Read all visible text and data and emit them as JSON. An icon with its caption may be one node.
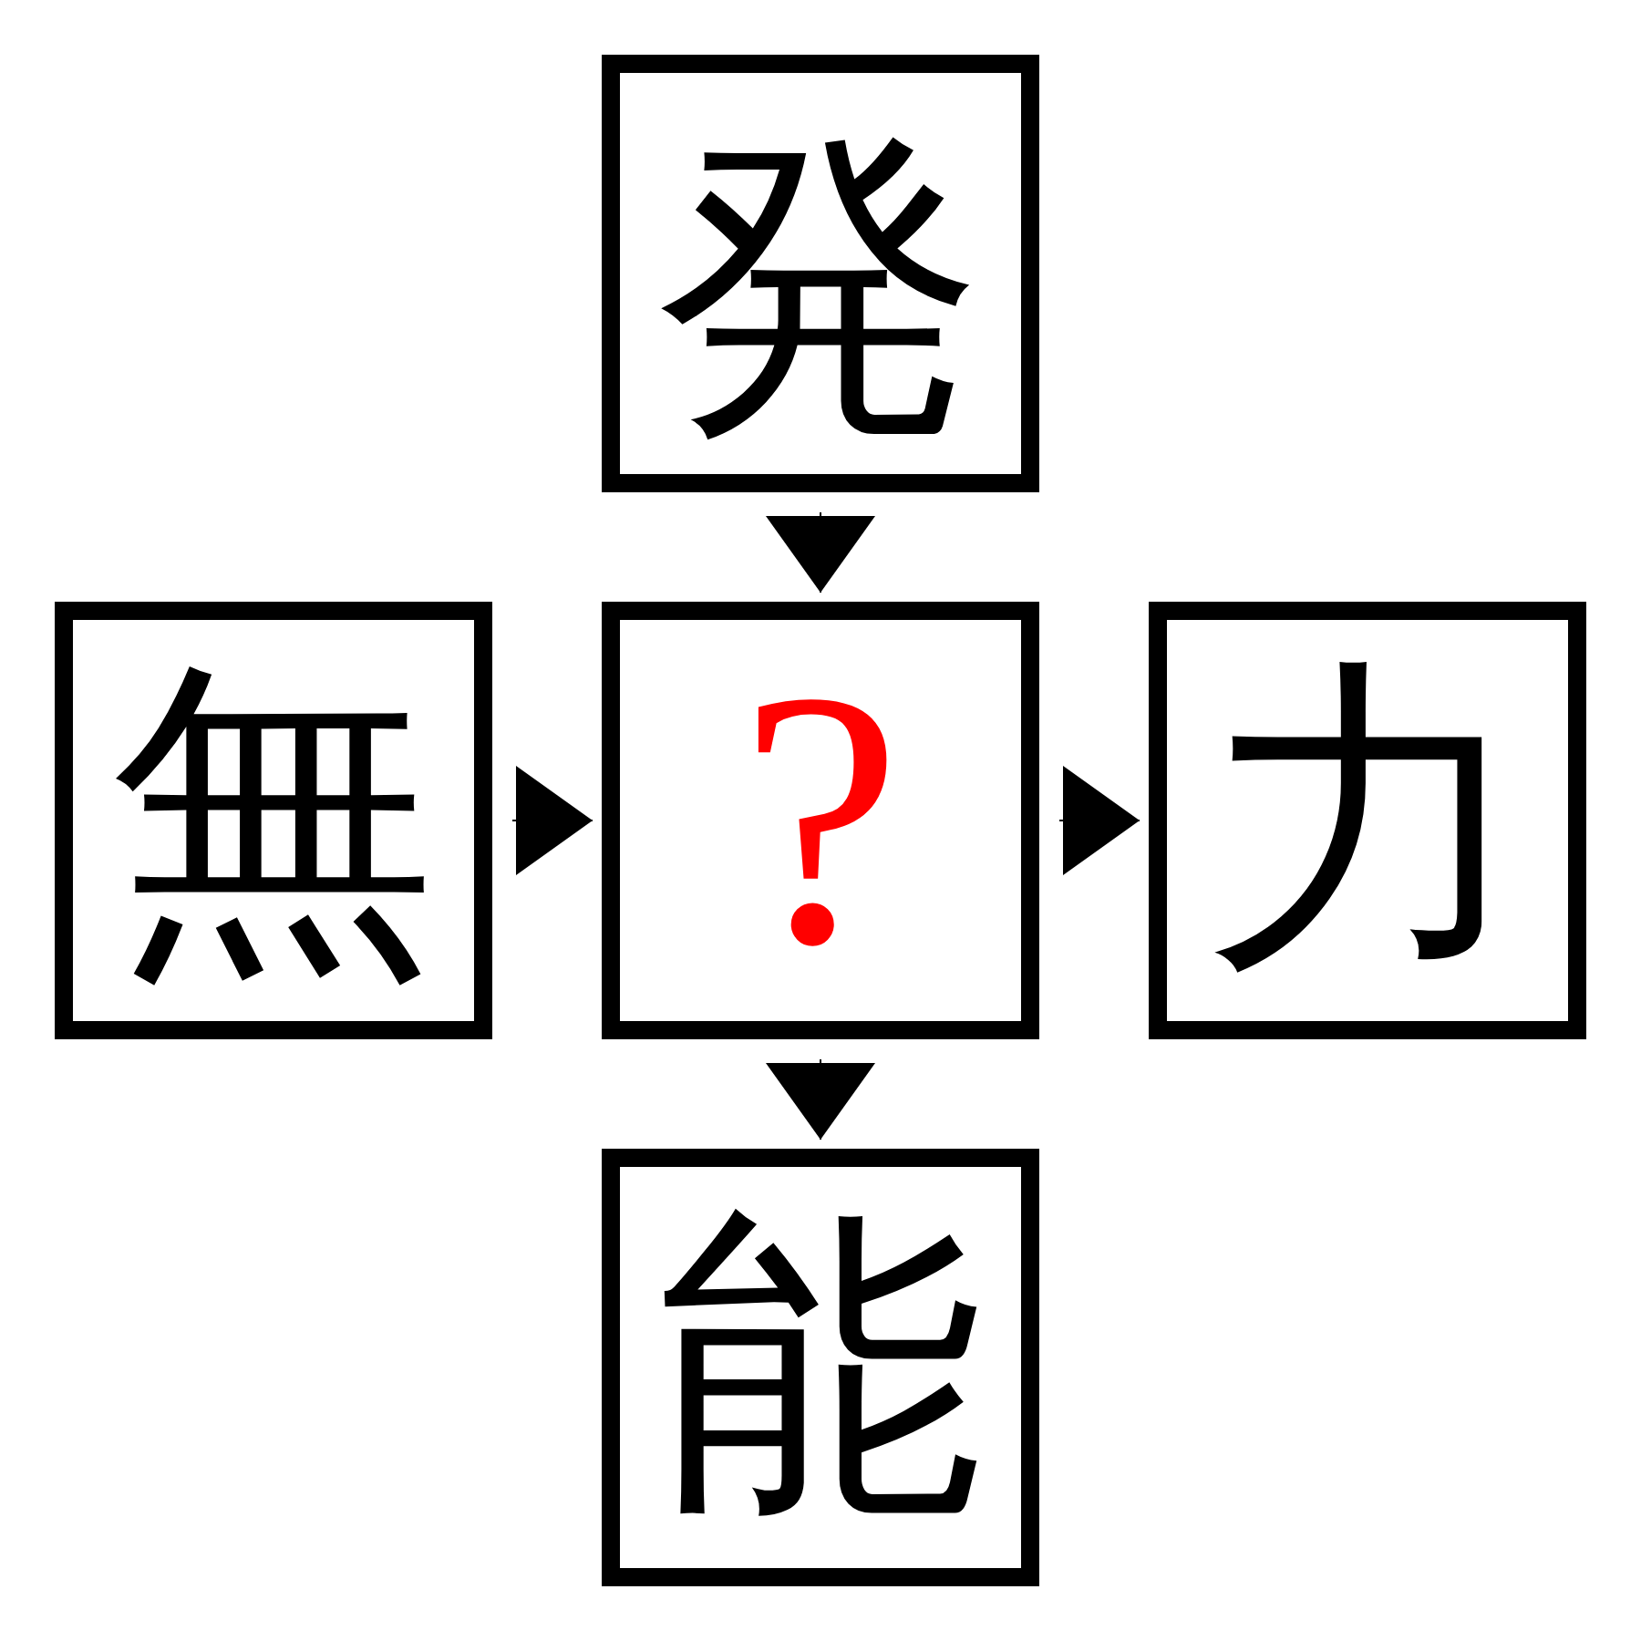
{
  "diagram": {
    "nodes": [
      {
        "text": [
          "発"
        ]
      },
      {
        "text": [
          "無"
        ]
      },
      {
        "text": [
          "?"
        ]
      },
      {
        "text": [
          "力"
        ]
      },
      {
        "text": [
          "能"
        ]
      }
    ],
    "edges": [
      {
        "from": 0,
        "to": 2,
        "arrow": "to"
      },
      {
        "from": 1,
        "to": 2,
        "arrow": "to"
      },
      {
        "from": 2,
        "to": 3,
        "arrow": "to"
      },
      {
        "from": 2,
        "to": 4,
        "arrow": "to"
      }
    ]
  }
}
